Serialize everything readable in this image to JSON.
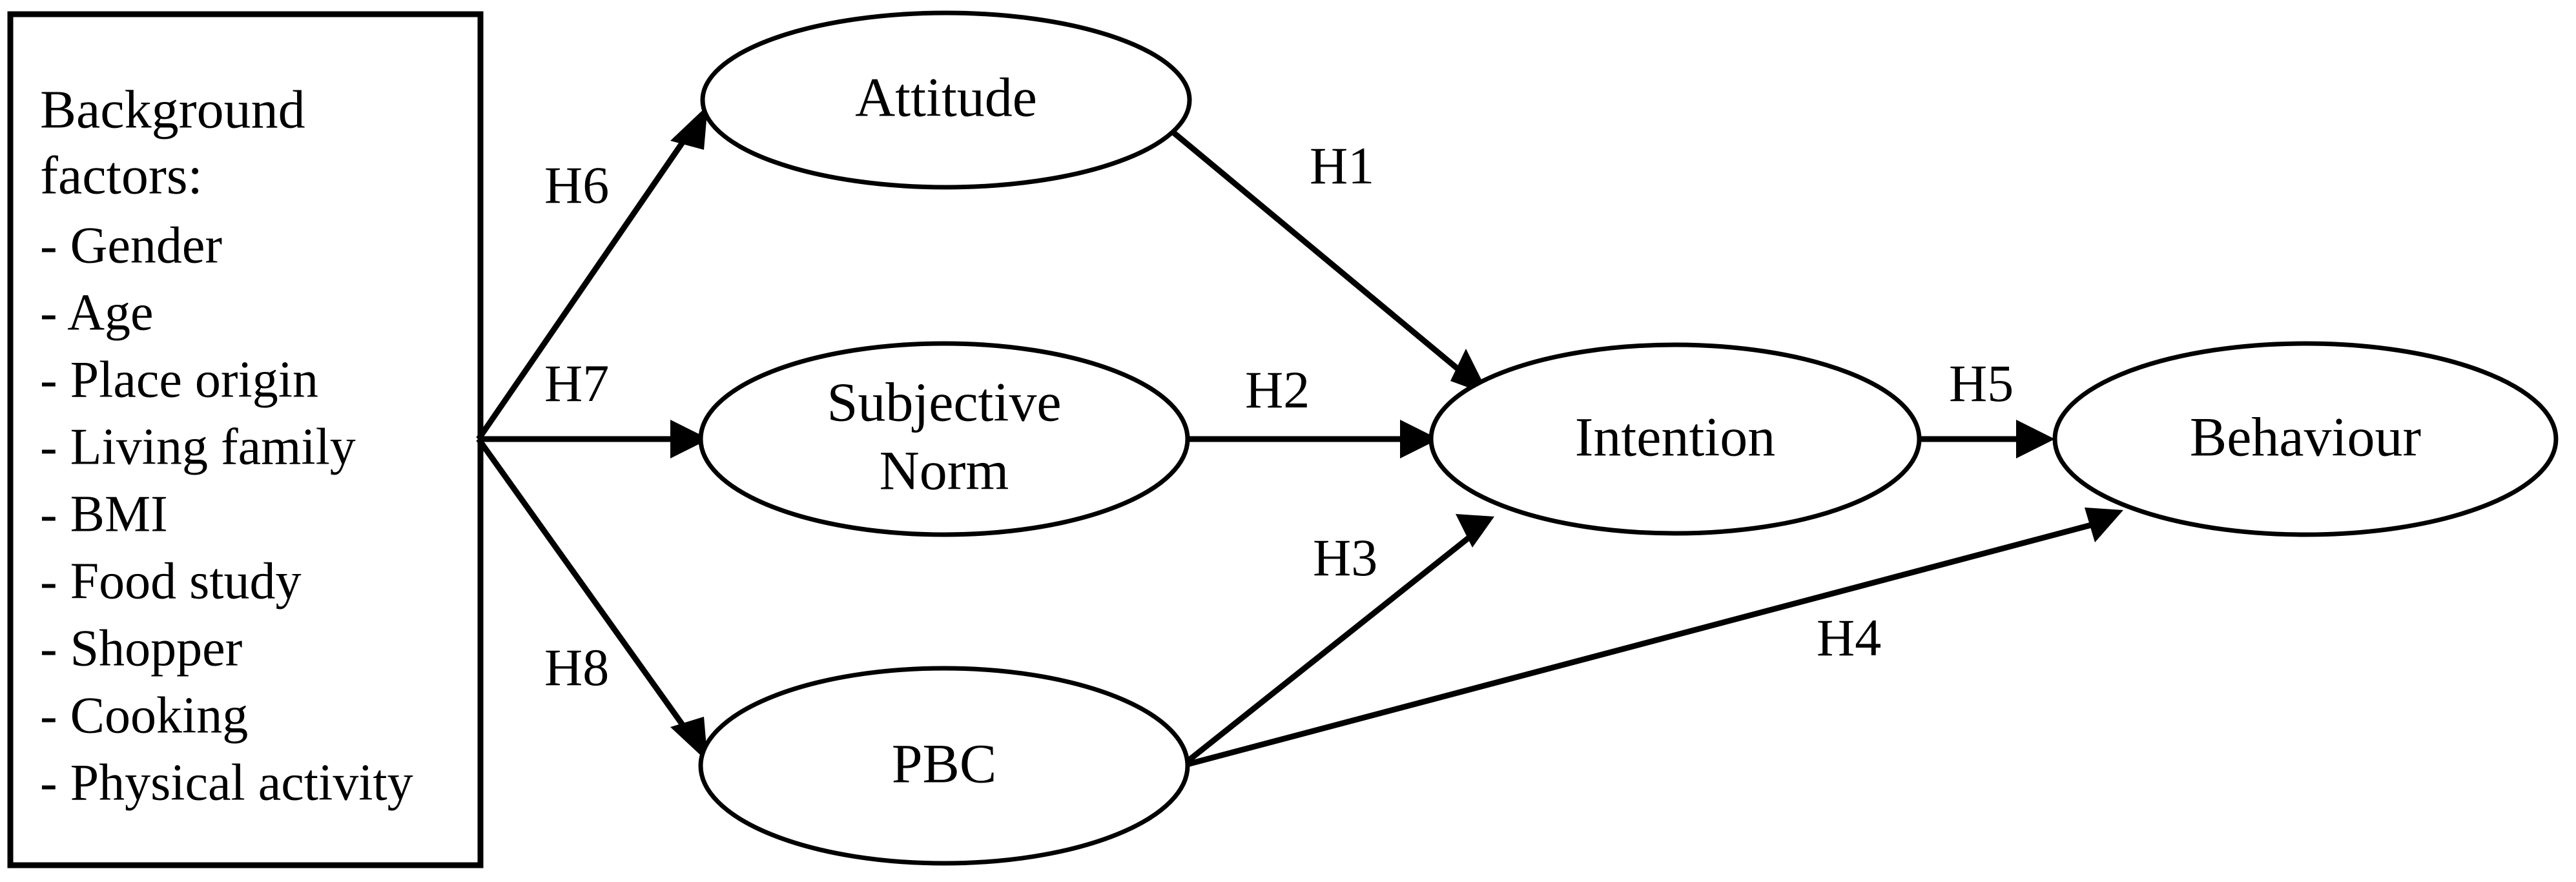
{
  "diagram": {
    "type": "theory-of-planned-behaviour-model",
    "background_factors_box": {
      "heading_line1": "Background",
      "heading_line2": "factors:",
      "items": [
        "- Gender",
        "- Age",
        "- Place origin",
        "- Living family",
        "- BMI",
        "- Food study",
        "- Shopper",
        "- Cooking",
        "- Physical activity"
      ]
    },
    "nodes": [
      {
        "id": "attitude",
        "label": "Attitude",
        "label_line2": ""
      },
      {
        "id": "subjective-norm",
        "label": "Subjective",
        "label_line2": "Norm"
      },
      {
        "id": "pbc",
        "label": "PBC",
        "label_line2": ""
      },
      {
        "id": "intention",
        "label": "Intention",
        "label_line2": ""
      },
      {
        "id": "behaviour",
        "label": "Behaviour",
        "label_line2": ""
      }
    ],
    "edges": [
      {
        "id": "h6",
        "label": "H6",
        "from": "background-factors",
        "to": "attitude"
      },
      {
        "id": "h7",
        "label": "H7",
        "from": "background-factors",
        "to": "subjective-norm"
      },
      {
        "id": "h8",
        "label": "H8",
        "from": "background-factors",
        "to": "pbc"
      },
      {
        "id": "h1",
        "label": "H1",
        "from": "attitude",
        "to": "intention"
      },
      {
        "id": "h2",
        "label": "H2",
        "from": "subjective-norm",
        "to": "intention"
      },
      {
        "id": "h3",
        "label": "H3",
        "from": "pbc",
        "to": "intention"
      },
      {
        "id": "h4",
        "label": "H4",
        "from": "pbc",
        "to": "behaviour"
      },
      {
        "id": "h5",
        "label": "H5",
        "from": "intention",
        "to": "behaviour"
      }
    ],
    "colors": {
      "stroke": "#000000",
      "fill": "#ffffff",
      "background": "#ffffff"
    }
  }
}
